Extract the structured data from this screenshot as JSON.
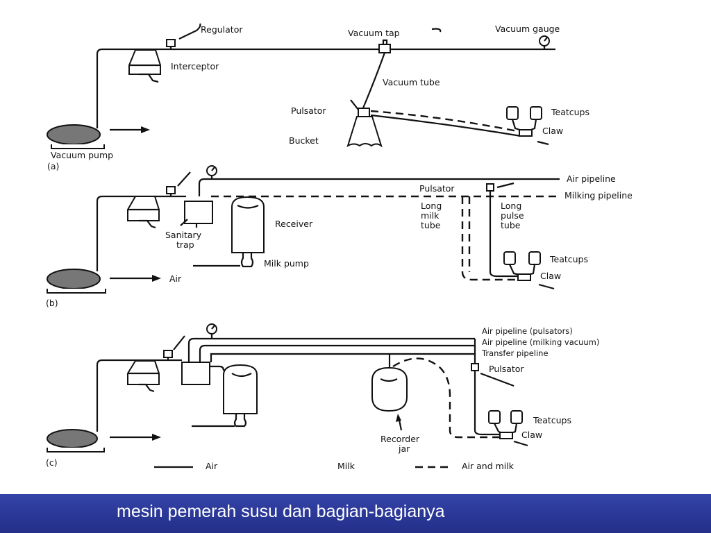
{
  "slide": {
    "title": "mesin pemerah susu dan bagian-bagianya",
    "background_color": "#ffffff",
    "footer_color": "#2a3796"
  },
  "diagram_a": {
    "panel_label": "(a)",
    "labels": {
      "regulator": "Regulator",
      "vacuum_tap": "Vacuum tap",
      "vacuum_gauge": "Vacuum gauge",
      "interceptor": "Interceptor",
      "vacuum_tube": "Vacuum tube",
      "pulsator": "Pulsator",
      "teatcups": "Teatcups",
      "claw": "Claw",
      "bucket": "Bucket",
      "vacuum_pump": "Vacuum pump"
    }
  },
  "diagram_b": {
    "panel_label": "(b)",
    "labels": {
      "air_pipeline": "Air pipeline",
      "pulsator": "Pulsator",
      "milking_pipeline": "Milking pipeline",
      "long_milk_tube": [
        "Long",
        "milk",
        "tube"
      ],
      "long_pulse_tube": [
        "Long",
        "pulse",
        "tube"
      ],
      "sanitary_trap": [
        "Sanitary",
        "trap"
      ],
      "receiver": "Receiver",
      "milk_pump": "Milk pump",
      "teatcups": "Teatcups",
      "claw": "Claw",
      "air": "Air"
    }
  },
  "diagram_c": {
    "panel_label": "(c)",
    "labels": {
      "air_pipeline_pulsators": "Air pipeline (pulsators)",
      "air_pipeline_milking_vacuum": "Air pipeline (milking vacuum)",
      "transfer_pipeline": "Transfer pipeline",
      "pulsator": "Pulsator",
      "teatcups": "Teatcups",
      "claw": "Claw",
      "recorder_jar": [
        "Recorder",
        "jar"
      ]
    }
  },
  "legend": {
    "air": "Air",
    "milk": "Milk",
    "air_and_milk": "Air and milk"
  }
}
